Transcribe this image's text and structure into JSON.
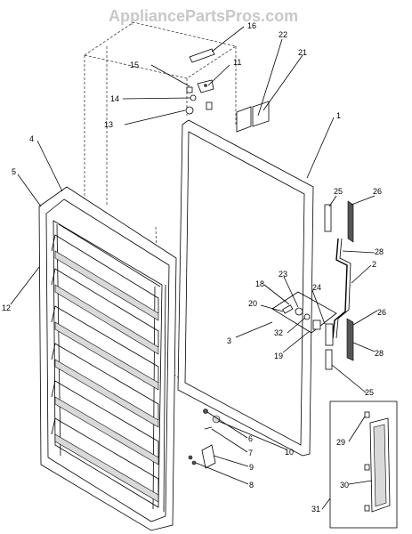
{
  "watermark": "AppliancePartsPros.com",
  "callouts": [
    "16",
    "22",
    "21",
    "15",
    "11",
    "14",
    "13",
    "1",
    "4",
    "5",
    "12",
    "25",
    "26",
    "28",
    "2",
    "18",
    "23",
    "20",
    "24",
    "26",
    "32",
    "3",
    "19",
    "28",
    "25",
    "6",
    "7",
    "10",
    "9",
    "8",
    "29",
    "30",
    "31"
  ]
}
